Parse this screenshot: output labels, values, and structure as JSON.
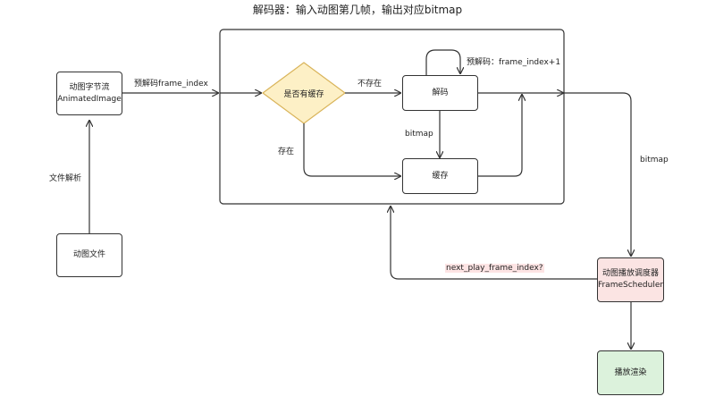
{
  "title": "解码器：输入动图第几帧，输出对应bitmap",
  "nodes": {
    "animated_image": {
      "line1": "动图字节流",
      "line2": "AnimatedImage"
    },
    "anim_file": {
      "label": "动图文件"
    },
    "cache_check": {
      "label": "是否有缓存"
    },
    "decode": {
      "label": "解码"
    },
    "cache": {
      "label": "缓存"
    },
    "scheduler": {
      "line1": "动图播放调度器",
      "line2": "FrameScheduler"
    },
    "render": {
      "label": "播放渲染"
    }
  },
  "edges": {
    "file_parse": "文件解析",
    "predecode_in": "预解码frame_index",
    "not_exist": "不存在",
    "exist": "存在",
    "predecode_loop": "预解码：frame_index+1",
    "bitmap_inner": "bitmap",
    "bitmap_out": "bitmap",
    "next_play": "next_play_frame_index?"
  },
  "colors": {
    "diamond_fill": "#fdf0c6",
    "diamond_stroke": "#d9b45a",
    "scheduler_fill": "#fbe4e3",
    "render_fill": "#dcf2dc"
  }
}
